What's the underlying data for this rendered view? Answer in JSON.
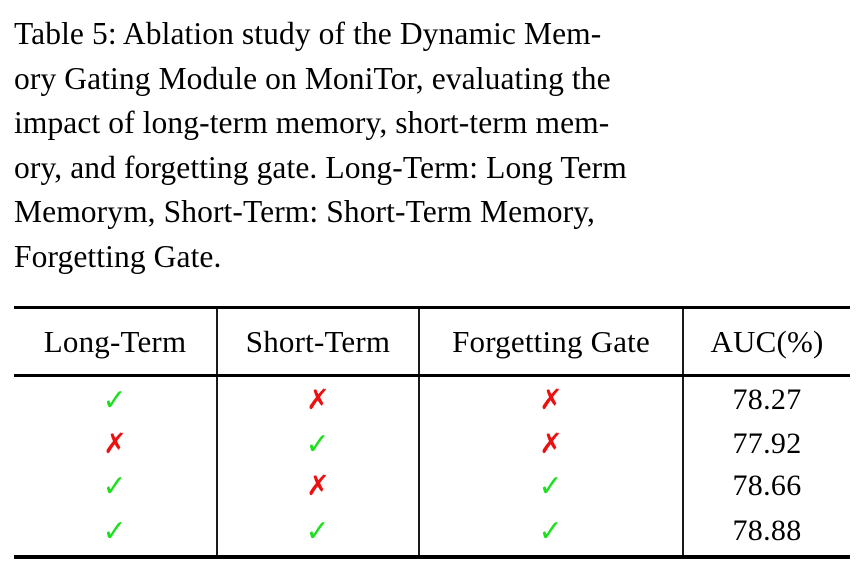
{
  "caption": {
    "lines": [
      "Table 5:  Ablation study of the Dynamic Mem-",
      "ory Gating Module on MoniTor, evaluating the",
      "impact of long-term memory, short-term mem-",
      "ory, and forgetting gate. Long-Term: Long Term",
      "Memorym, Short-Term:  Short-Term Memory,",
      "Forgetting Gate."
    ],
    "full_text": "Table 5: Ablation study of the Dynamic Memory Gating Module on MoniTor, evaluating the impact of long-term memory, short-term memory, and forgetting gate. Long-Term: Long Term Memorym, Short-Term: Short-Term Memory, Forgetting Gate."
  },
  "table": {
    "columns": [
      "Long-Term",
      "Short-Term",
      "Forgetting Gate",
      "AUC(%)"
    ],
    "rows": [
      {
        "long_term": "✓",
        "short_term": "✗",
        "forgetting_gate": "✗",
        "auc": "78.27"
      },
      {
        "long_term": "✗",
        "short_term": "✓",
        "forgetting_gate": "✗",
        "auc": "77.92"
      },
      {
        "long_term": "✓",
        "short_term": "✗",
        "forgetting_gate": "✓",
        "auc": "78.66"
      },
      {
        "long_term": "✓",
        "short_term": "✓",
        "forgetting_gate": "✓",
        "auc": "78.88"
      }
    ]
  },
  "colors": {
    "check": "#1fe01f",
    "cross": "#ec1111",
    "rule": "#000000",
    "text": "#000000",
    "background": "#ffffff"
  }
}
